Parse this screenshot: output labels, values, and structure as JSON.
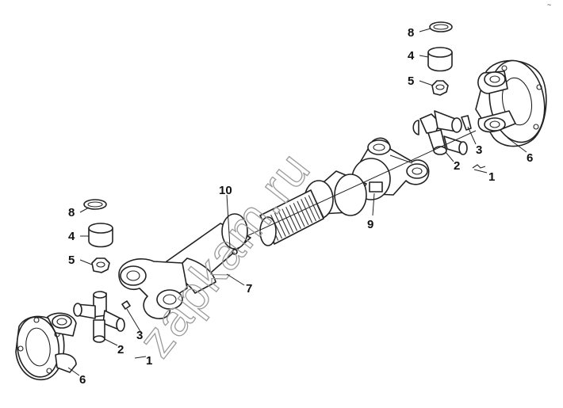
{
  "diagram": {
    "watermark": "zapkam.ru",
    "corner_mark": "~",
    "callouts": {
      "top_circlip": "8",
      "top_bearing_cup": "4",
      "top_seal": "5",
      "right_flange": "6",
      "right_grease_nipple": "3",
      "right_spider": "2",
      "right_group": "1",
      "slip_yoke": "9",
      "grease_fitting_center": "10",
      "left_circlip": "8",
      "left_bearing_cup": "4",
      "left_seal": "5",
      "tube_shaft": "7",
      "left_spider": "2",
      "left_grease_nipple": "3",
      "left_group": "1",
      "left_flange": "6"
    }
  }
}
